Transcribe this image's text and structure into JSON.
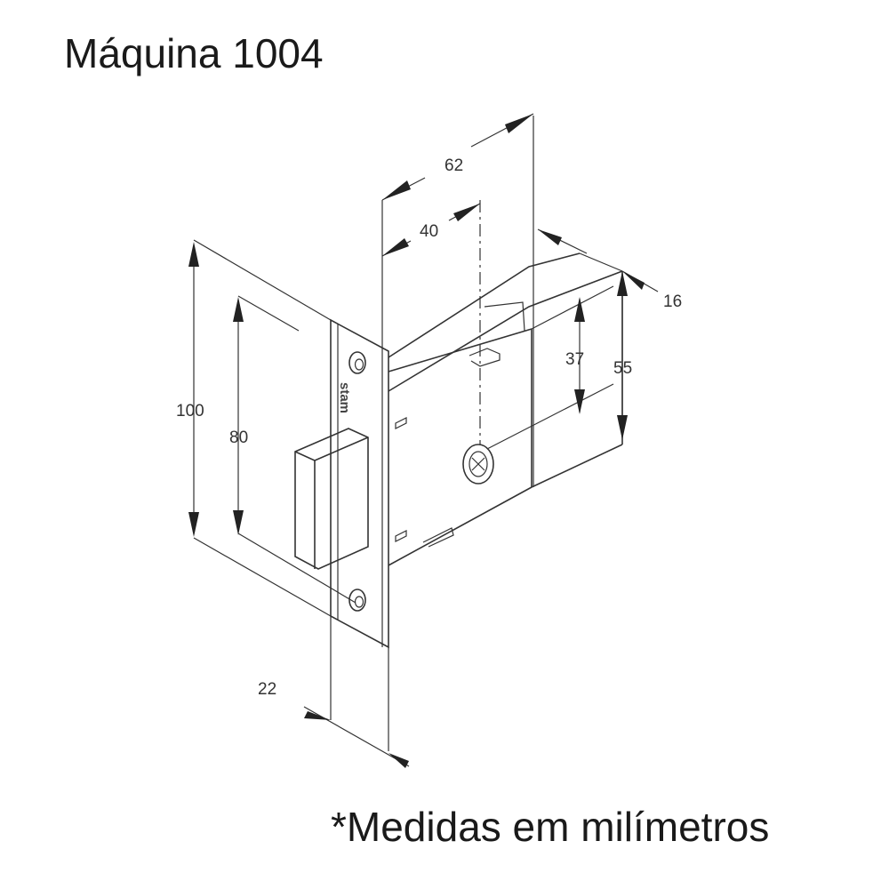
{
  "title": "Máquina 1004",
  "note": "*Medidas em milímetros",
  "dimensions": {
    "d100": "100",
    "d80": "80",
    "d22": "22",
    "d62": "62",
    "d40": "40",
    "d16": "16",
    "d37": "37",
    "d55": "55"
  },
  "logo_text": "stam"
}
